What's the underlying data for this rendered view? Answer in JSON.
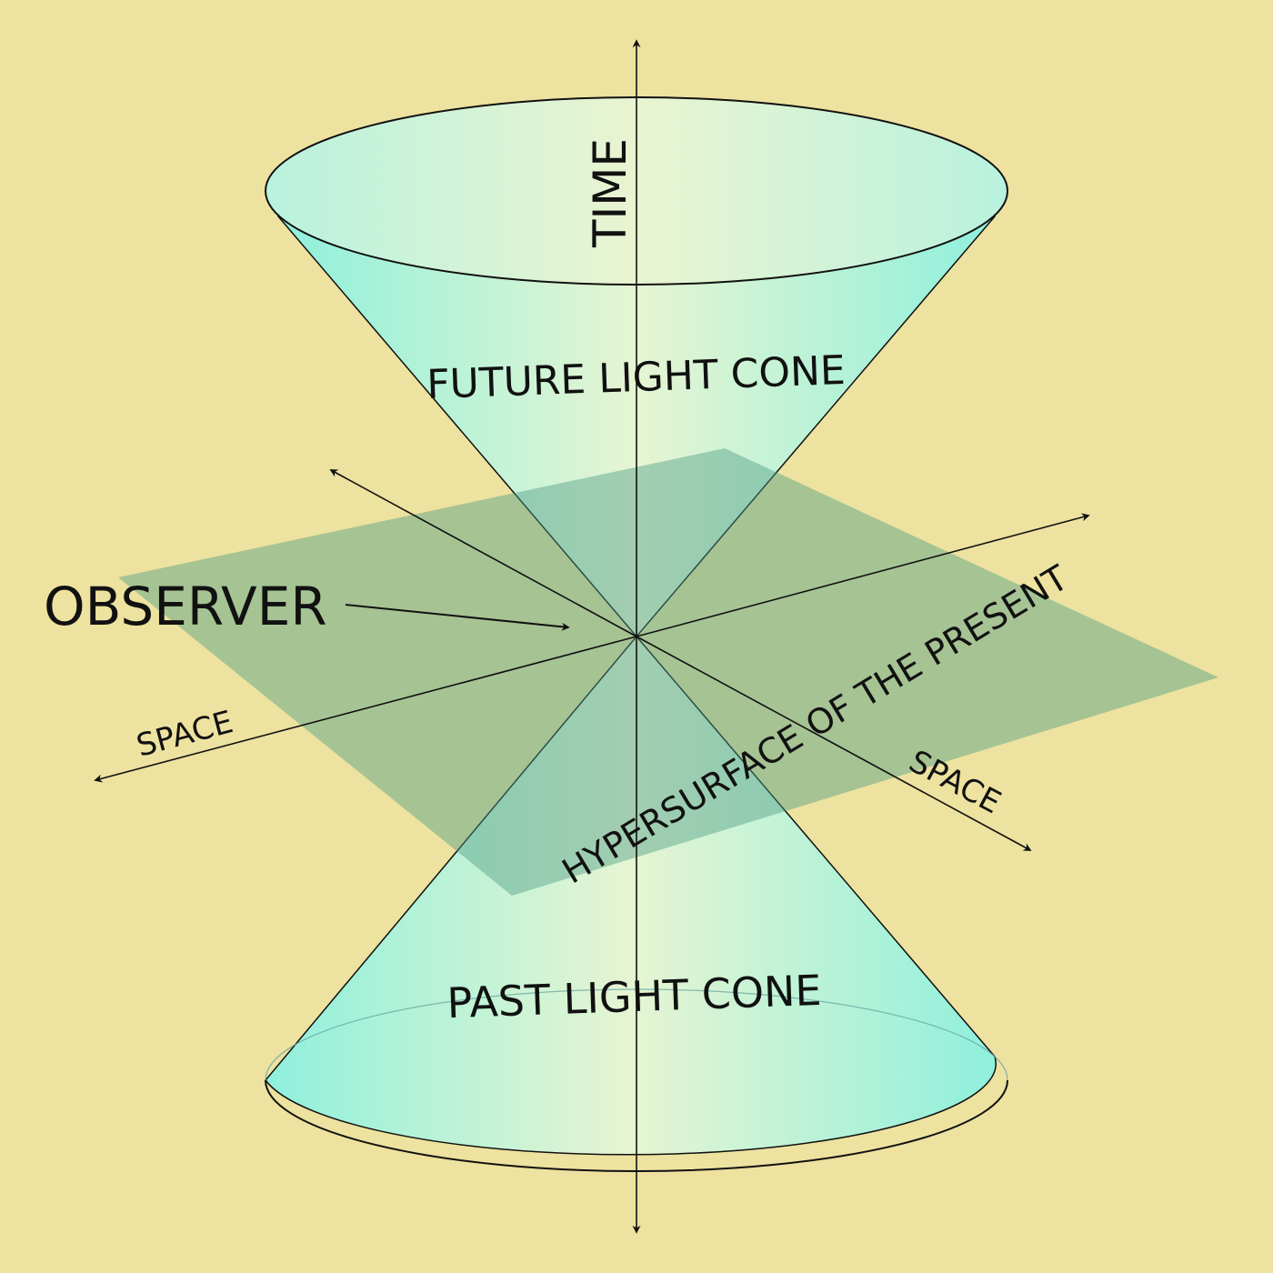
{
  "labels": {
    "time": "TIME",
    "future_cone": "FUTURE LIGHT CONE",
    "past_cone": "PAST LIGHT CONE",
    "observer": "OBSERVER",
    "space_left": "SPACE",
    "space_right": "SPACE",
    "hypersurface": "HYPERSURFACE OF THE PRESENT"
  },
  "colors": {
    "background": "#ede29f",
    "cone_light": "#e6f5d2",
    "cone_edge": "#8ff0dc",
    "plane": "#4f9d87",
    "stroke": "#111111"
  }
}
